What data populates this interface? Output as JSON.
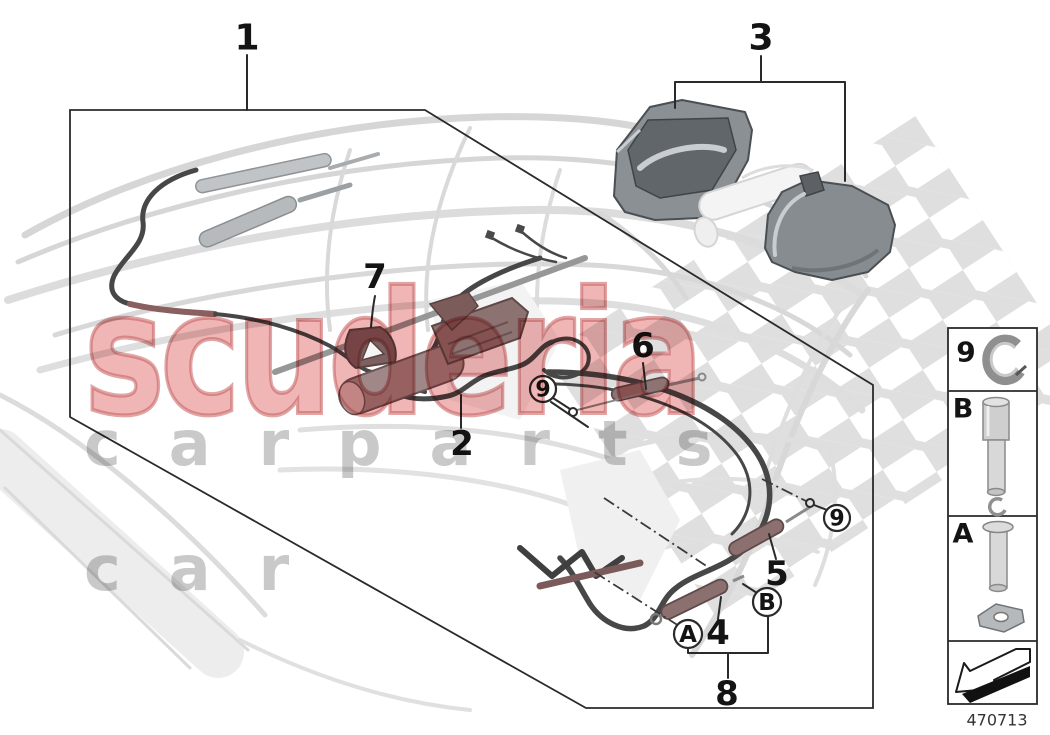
{
  "figure": {
    "title_semantic": "convertible-top-hydraulics-exploded-diagram",
    "callouts": {
      "c1": "1",
      "c2": "2",
      "c3": "3",
      "c4": "4",
      "c5": "5",
      "c6": "6",
      "c7": "7",
      "c8": "8",
      "c9_left": "9",
      "c9_right": "9",
      "cA": "A",
      "cB": "B"
    }
  },
  "sidebar": {
    "rows": [
      {
        "label": "9",
        "item": "lock-ring"
      },
      {
        "label": "B",
        "item": "pin-with-securing-clip"
      },
      {
        "label": "A",
        "item": "clevis-pin-with-clip"
      },
      {
        "label": "",
        "item": "direction-arrow"
      }
    ],
    "part_number": "470713"
  },
  "watermark": {
    "line1": "scuderia",
    "line2": "carparts",
    "line3": "car",
    "red": "#e08a8a",
    "gray": "#c6c6c6"
  }
}
